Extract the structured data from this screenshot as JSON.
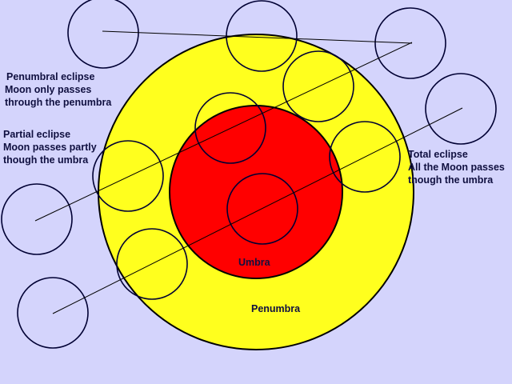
{
  "labels": {
    "penumbral": [
      "Penumbral eclipse",
      "Moon only passes",
      "through the penumbra"
    ],
    "partial": [
      "Partial eclipse",
      "Moon passes partly",
      "though the umbra"
    ],
    "total": [
      "Total eclipse",
      "All the Moon passes",
      "though the umbra"
    ],
    "umbra": "Umbra",
    "penumbra": "Penumbra"
  },
  "colors": {
    "background": "#d4d4fc",
    "penumbra": "#ffff1e",
    "umbra": "#ff0000",
    "text": "#101040",
    "outline": "#000033"
  }
}
